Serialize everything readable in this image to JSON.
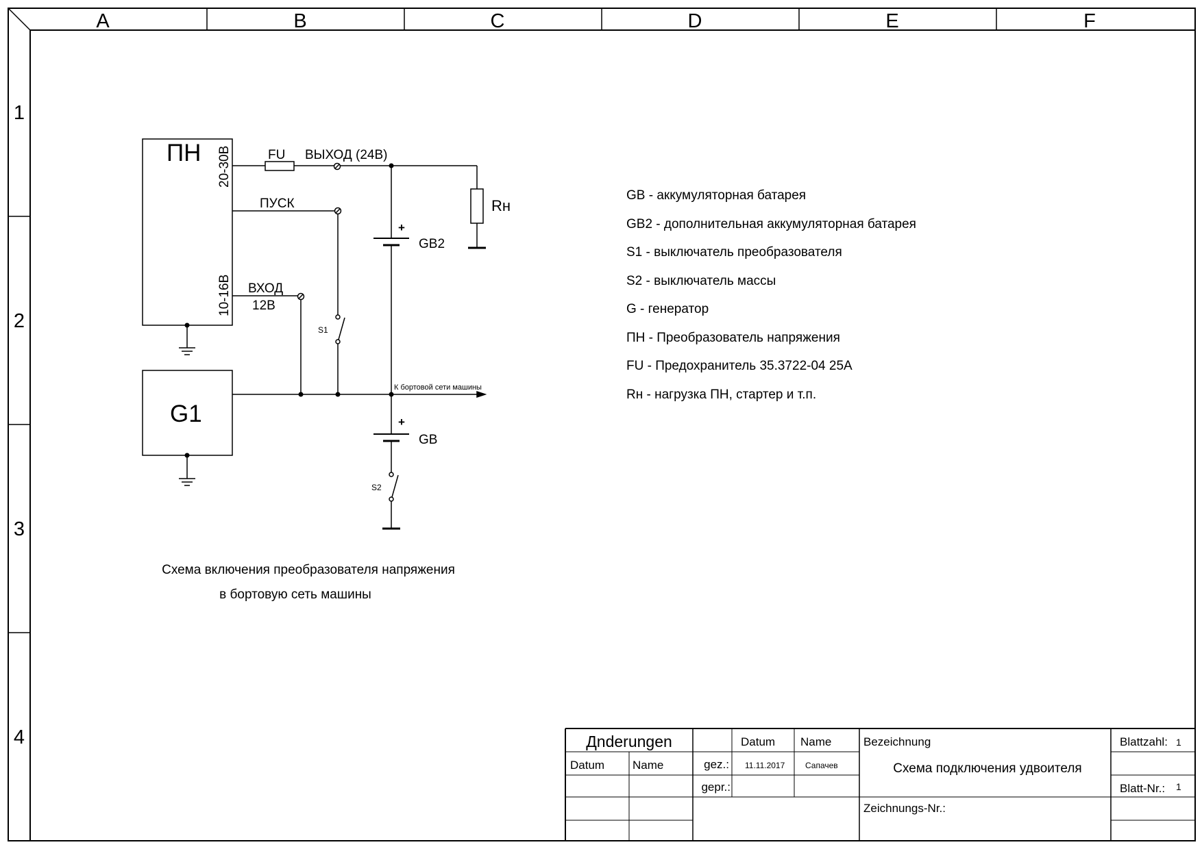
{
  "frame": {
    "columns": [
      "A",
      "B",
      "C",
      "D",
      "E",
      "F"
    ],
    "rows": [
      "1",
      "2",
      "3",
      "4"
    ]
  },
  "circuit": {
    "converter": {
      "label": "ПН",
      "out_voltage": "20-30В",
      "in_voltage": "10-16В"
    },
    "generator": {
      "label": "G1"
    },
    "fuse": {
      "label": "FU"
    },
    "output_terminal": {
      "label": "ВЫХОД (24В)"
    },
    "start_terminal": {
      "label": "ПУСК"
    },
    "input_terminal": {
      "label": "ВХОД",
      "sublabel": "12В"
    },
    "load": {
      "label": "Rн"
    },
    "battery_gb2": {
      "label": "GB2",
      "polarity": "+"
    },
    "battery_gb": {
      "label": "GB",
      "polarity": "+"
    },
    "switch_s1": {
      "label": "S1"
    },
    "switch_s2": {
      "label": "S2"
    },
    "network_arrow": {
      "label": "К бортовой сети машины"
    }
  },
  "caption": {
    "line1": "Схема включения преобразователя напряжения",
    "line2": "в бортовую сеть машины"
  },
  "legend": [
    "GB - аккумуляторная батарея",
    "GB2 - дополнительная аккумуляторная батарея",
    "S1 - выключатель преобразователя",
    "S2 - выключатель массы",
    "G - генератор",
    "ПН - Преобразователь напряжения",
    "FU - Предохранитель 35.3722-04 25А",
    "Rн - нагрузка ПН, стартер и т.п."
  ],
  "title_block": {
    "changes_header": "Дnderungen",
    "col_datum": "Datum",
    "col_name": "Name",
    "datum_header": "Datum",
    "name_header": "Name",
    "gez_label": "gez.:",
    "gez_date": "11.11.2017",
    "gez_name": "Сапачев",
    "gepr_label": "gepr.:",
    "bezeichnung_label": "Bezeichnung",
    "bezeichnung_value": "Схема подключения удвоителя",
    "zeichnungs_label": "Zeichnungs-Nr.:",
    "blattzahl_label": "Blattzahl:",
    "blattzahl_value": "1",
    "blatt_nr_label": "Blatt-Nr.:",
    "blatt_nr_value": "1"
  }
}
